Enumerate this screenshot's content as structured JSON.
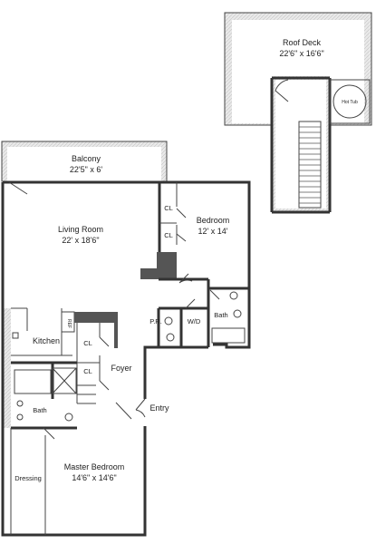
{
  "rooms": {
    "roof_deck": {
      "name": "Roof Deck",
      "dims": "22'6\" x 16'6\""
    },
    "hot_tub": {
      "name": "Hot Tub"
    },
    "balcony": {
      "name": "Balcony",
      "dims": "22'5\" x 6'"
    },
    "living_room": {
      "name": "Living Room",
      "dims": "22' x 18'6\""
    },
    "bedroom": {
      "name": "Bedroom",
      "dims": "12' x 14'"
    },
    "master": {
      "name": "Master Bedroom",
      "dims": "14'6\" x 14'6\""
    },
    "kitchen": {
      "name": "Kitchen"
    },
    "ref": {
      "name": "REF"
    },
    "foyer": {
      "name": "Foyer"
    },
    "entry": {
      "name": "Entry"
    },
    "bath_upper": {
      "name": "Bath"
    },
    "bath_lower": {
      "name": "Bath"
    },
    "powder": {
      "name": "P.R."
    },
    "laundry": {
      "name": "W/D"
    },
    "dressing": {
      "name": "Dressing"
    },
    "closets": [
      "CL",
      "CL",
      "CL",
      "CL"
    ]
  }
}
